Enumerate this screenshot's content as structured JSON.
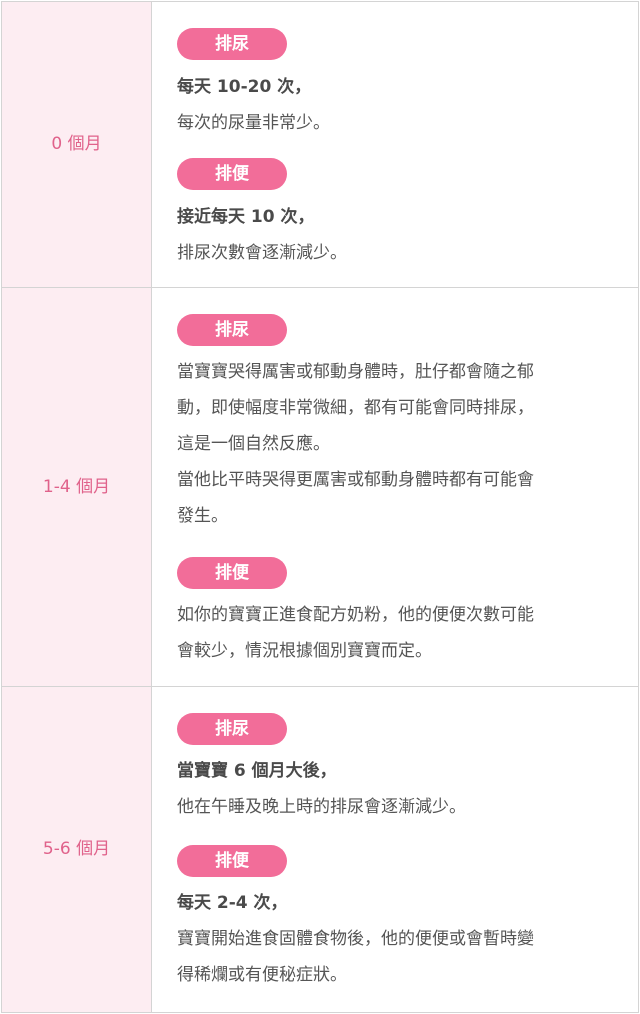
{
  "rows": [
    {
      "age": "0 個月",
      "sections": [
        {
          "tag": "排尿",
          "lines": [
            "每天 10-20 次，",
            "每次的尿量非常少。"
          ]
        },
        {
          "tag": "排便",
          "lines": [
            "接近每天 10 次，",
            "排尿次數會逐漸減少。"
          ]
        }
      ]
    },
    {
      "age": "1-4 個月",
      "sections": [
        {
          "tag": "排尿",
          "lines": [
            "當寶寶哭得厲害或郁動身體時，肚仔都會隨之郁",
            "動，即使幅度非常微細，都有可能會同時排尿，",
            "這是一個自然反應。",
            "當他比平時哭得更厲害或郁動身體時都有可能會",
            "發生。"
          ]
        },
        {
          "tag": "排便",
          "lines": [
            "如你的寶寶正進食配方奶粉，他的便便次數可能",
            "會較少，情況根據個別寶寶而定。"
          ]
        }
      ]
    },
    {
      "age": "5-6 個月",
      "sections": [
        {
          "tag": "排尿",
          "lines": [
            "當寶寶 6 個月大後，",
            "他在午睡及晚上時的排尿會逐漸減少。"
          ]
        },
        {
          "tag": "排便",
          "lines": [
            "每天 2-4 次，",
            "寶寶開始進食固體食物後，他的便便或會暫時變",
            "得稀爛或有便秘症狀。"
          ]
        }
      ]
    }
  ],
  "colors": {
    "pill": "#f26d99",
    "age_text": "#e0628b",
    "age_bg": "#fdedf2",
    "border": "#d4d4d4",
    "body_text": "#555555"
  }
}
